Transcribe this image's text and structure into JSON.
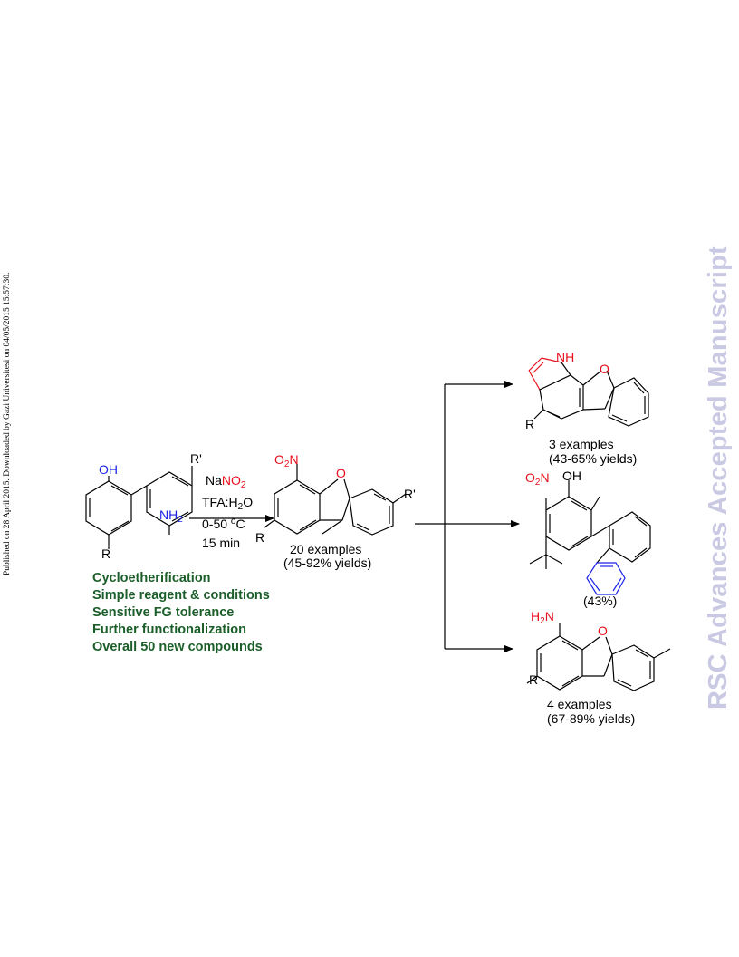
{
  "side_note": "Published on 28 April 2015. Downloaded by Gazi Universitesi on 04/05/2015 15:57:30.",
  "watermark": "RSC Advances Accepted Manuscript",
  "colors": {
    "red": "#e8101e",
    "blue": "#1b22e8",
    "green": "#1c5e2a",
    "watermark": "#c9c9e3",
    "black": "#000000"
  },
  "start": {
    "oh": "OH",
    "nh2": "NH",
    "nh2_sub": "2",
    "r": "R",
    "r_prime": "R'"
  },
  "conditions": {
    "reagent_na": "Na",
    "reagent_no": "NO",
    "reagent_no_sub": "2",
    "solvent_a": "TFA:H",
    "solvent_sub": "2",
    "solvent_b": "O",
    "temp_a": "0-50 ",
    "temp_sup": "o",
    "temp_b": "C",
    "time": "15 min"
  },
  "product": {
    "o2n_o": "O",
    "o2n_sub": "2",
    "o2n_n": "N",
    "ring_o": "O",
    "r": "R",
    "r_prime": "R'",
    "examples": "20 examples",
    "yields": "(45-92% yields)"
  },
  "highlights": [
    "Cycloetherification",
    "Simple reagent & conditions",
    "Sensitive FG tolerance",
    "Further functionalization",
    "Overall 50 new compounds"
  ],
  "product_top": {
    "nh": "NH",
    "ring_o": "O",
    "r": "R",
    "examples": "3 examples",
    "yields": "(43-65% yields)"
  },
  "product_mid": {
    "o2n_o": "O",
    "o2n_sub": "2",
    "o2n_n": "N",
    "oh": "OH",
    "yield": "(43%)"
  },
  "product_bottom": {
    "h2n_h": "H",
    "h2n_sub": "2",
    "h2n_n": "N",
    "ring_o": "O",
    "r": "R",
    "examples": "4 examples",
    "yields": "(67-89% yields)"
  }
}
